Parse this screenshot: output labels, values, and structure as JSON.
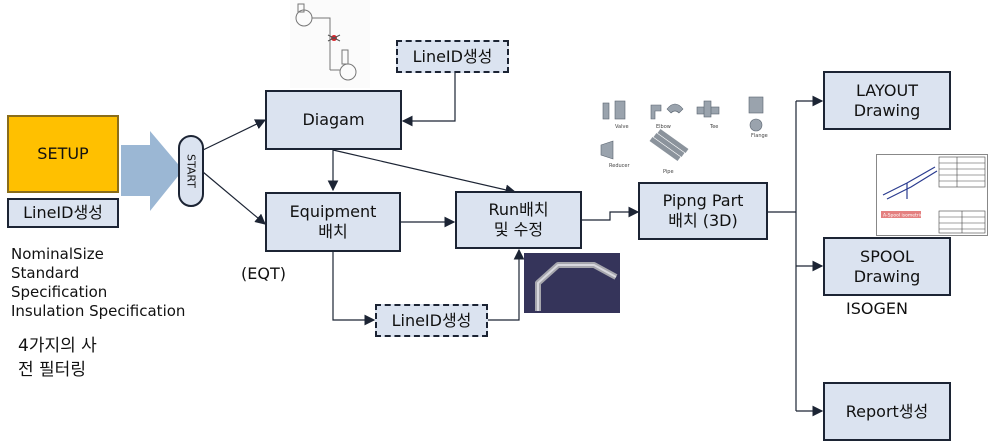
{
  "setup": {
    "label": "SETUP",
    "line_id": "LineID생성"
  },
  "filters": [
    "NominalSize",
    "Standard",
    "Specification",
    "Insulation Specification"
  ],
  "filter_note": [
    "4가지의 사",
    "전 필터링"
  ],
  "start": {
    "label": "START"
  },
  "line_id_top": "LineID생성",
  "diagram": "Diagam",
  "equipment": [
    "Equipment",
    "배치"
  ],
  "eqt_label": "(EQT)",
  "line_id_bottom": "LineID생성",
  "run": [
    "Run배치",
    "및 수정"
  ],
  "piping": [
    "Pipng Part",
    "배치 (3D)"
  ],
  "part_labels": [
    "Valve",
    "Elbow",
    "Tee",
    "Flange",
    "Reducer",
    "Pipe"
  ],
  "layout": [
    "LAYOUT",
    "Drawing"
  ],
  "spool": [
    "SPOOL",
    "Drawing"
  ],
  "isogen": "ISOGEN",
  "report": "Report생성",
  "drawing_stamp": "A-Spool isometric",
  "colors": {
    "setup_fill": "#ffc000",
    "box_fill": "#dbe3f0",
    "border": "#1c2434",
    "arrow_fill": "#9bb7d4"
  }
}
